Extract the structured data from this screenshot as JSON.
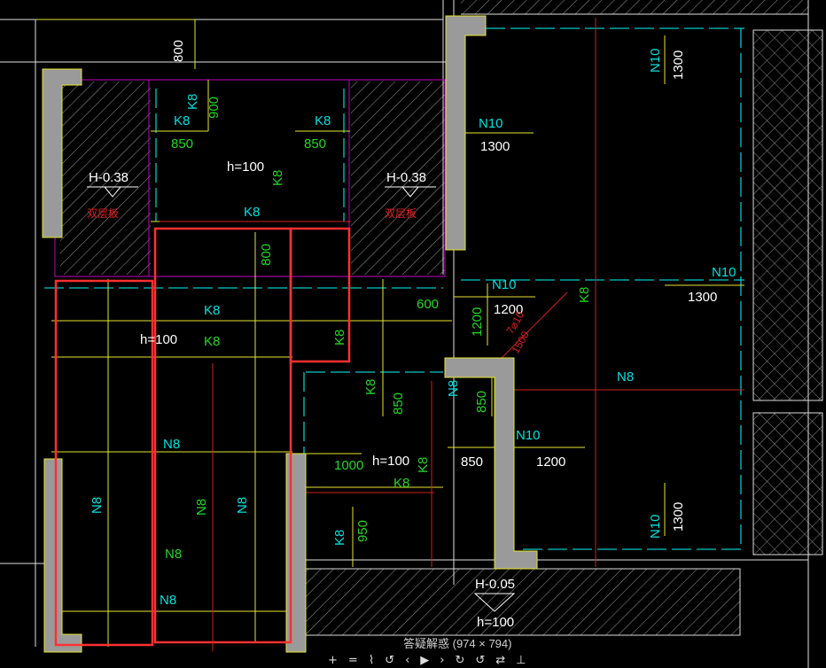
{
  "status": {
    "caption": "答疑解惑 (974 × 794)"
  },
  "toolbar": {
    "icons": [
      "+",
      "=",
      "⌇",
      "↺",
      "‹",
      "▶",
      "›",
      "↻",
      "↺",
      "⇄",
      "⊥"
    ]
  },
  "colors": {
    "background": "#000000",
    "wall": "#9a9a9a",
    "rebar_cyan": "#00e0e0",
    "rebar_green": "#22d822",
    "dim_yellow": "#e6e632",
    "highlight_red": "#ff3030",
    "outline_magenta": "#c000c0"
  },
  "labels": {
    "dim_800_top": "800",
    "k8_a": "K8",
    "d_900": "900",
    "k8_b": "K8",
    "d_850_a": "850",
    "k8_c": "K8",
    "d_850_b": "850",
    "h100_a": "h=100",
    "k8_d": "K8",
    "h038_a": "H-0.38",
    "double_a": "双层板",
    "h038_b": "H-0.38",
    "double_b": "双层板",
    "k8_e": "K8",
    "d_800_mid": "800",
    "n10_a": "N10",
    "d_1300_a": "1300",
    "n10_b": "N10",
    "d_1300_b": "1300",
    "n10_c": "N10",
    "d_1300_c": "1300",
    "k8_f": "K8",
    "h100_b": "h=100",
    "k8_g": "K8",
    "k8_h": "K8",
    "d_600": "600",
    "n10_d": "N10",
    "d_1200_a": "1200",
    "d_1200_b": "1200",
    "phi_note": "7⌀10",
    "d_1500": "1500",
    "k8_i": "K8",
    "k8_j": "K8",
    "d_850_c": "850",
    "n8_a": "N8",
    "d_850_d": "850",
    "n8_b": "N8",
    "n10_e": "N10",
    "d_850_e": "850",
    "d_1200_c": "1200",
    "n8_c": "N8",
    "d_1000": "1000",
    "h100_c": "h=100",
    "k8_k": "K8",
    "k8_l": "K8",
    "n8_d": "N8",
    "n8_e": "N8",
    "n8_f": "N8",
    "k8_m": "K8",
    "d_950": "950",
    "n10_f": "N10",
    "d_1300_d": "1300",
    "n8_g": "N8",
    "n8_h": "N8",
    "h005": "H-0.05",
    "h100_d": "h=100"
  }
}
